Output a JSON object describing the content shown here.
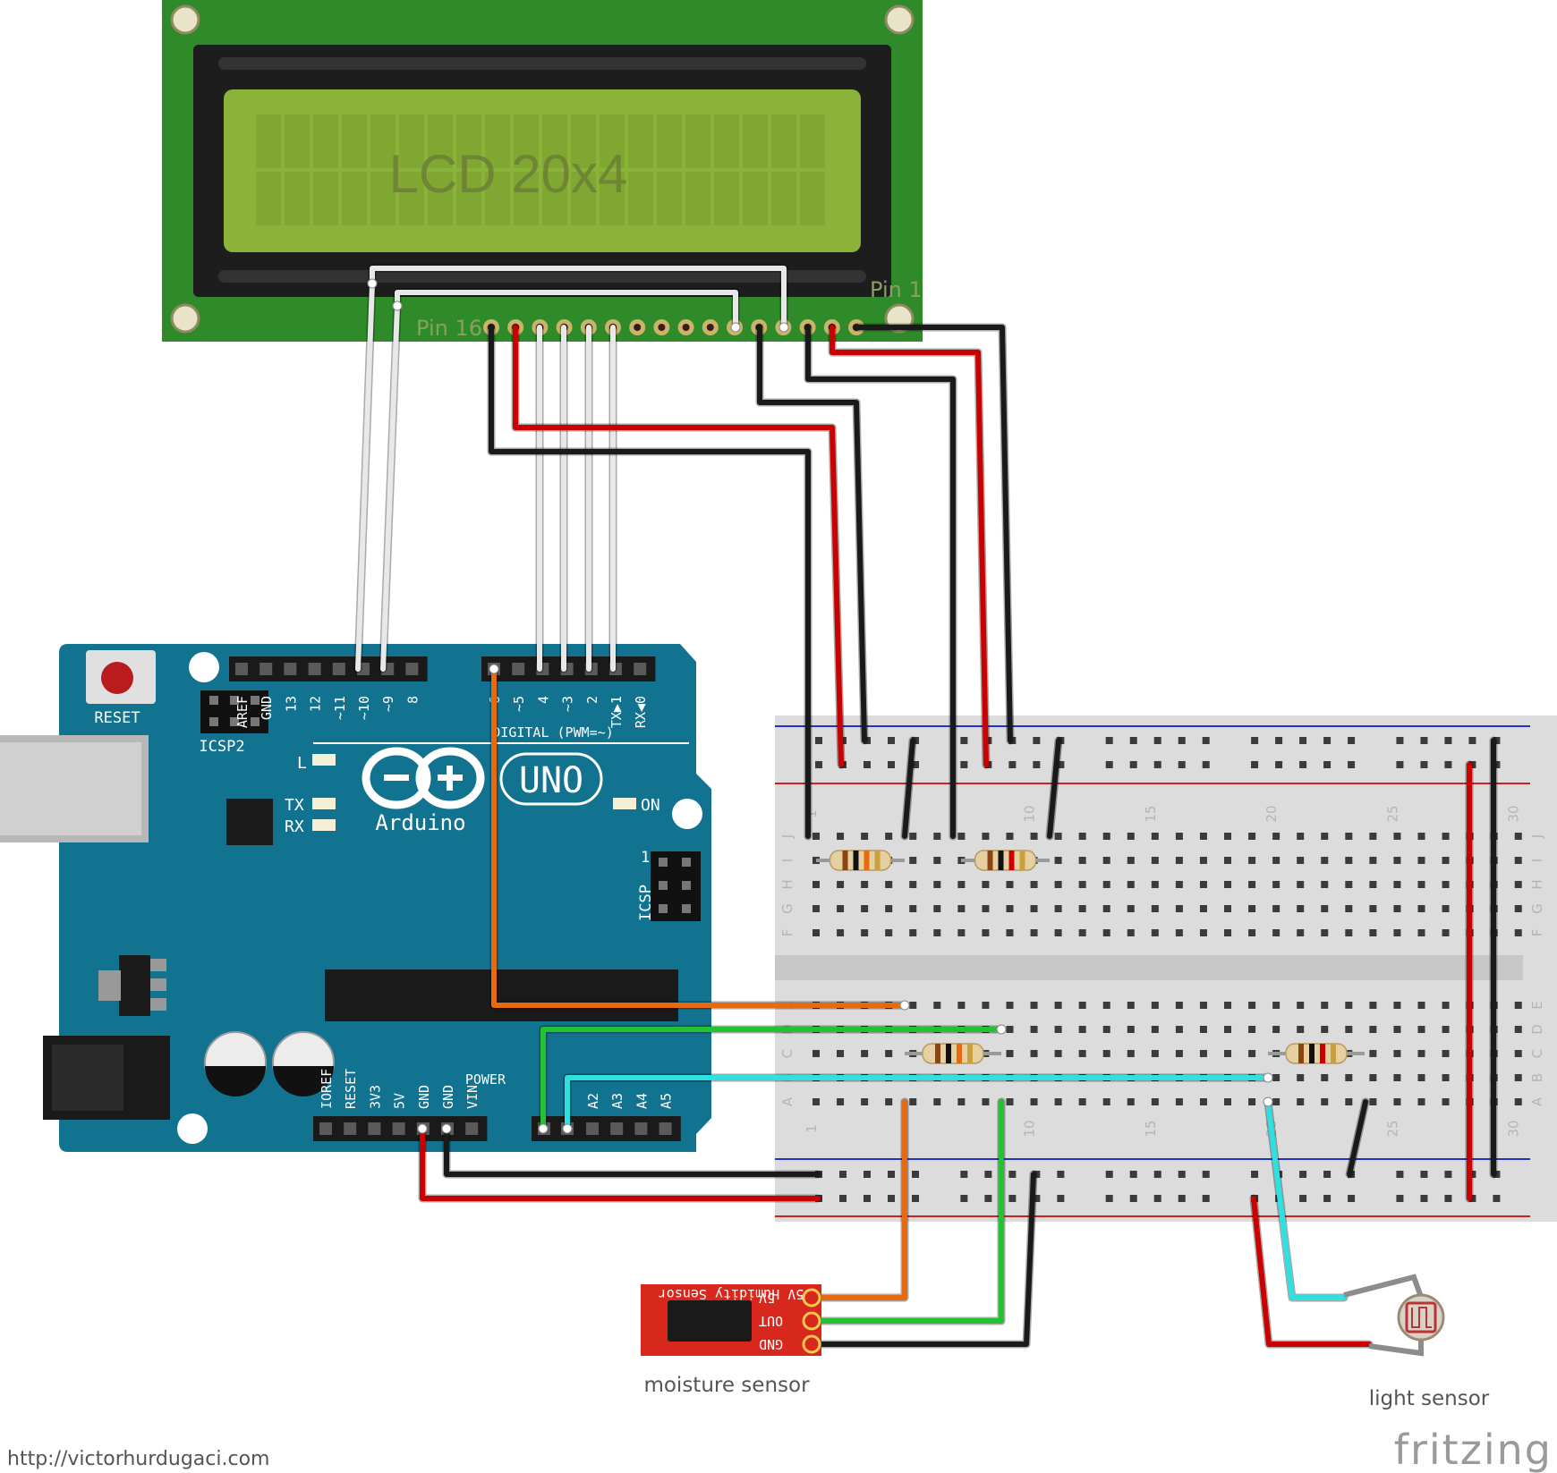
{
  "lcd": {
    "title": "LCD 20x4",
    "pin_left": "Pin 16",
    "pin_right": "Pin 1"
  },
  "arduino": {
    "reset": "RESET",
    "icsp2": "ICSP2",
    "icsp": "ICSP",
    "icsp_pin": "1",
    "brand": "Arduino",
    "model": "UNO",
    "led_l": "L",
    "led_tx": "TX",
    "led_rx": "RX",
    "led_on": "ON",
    "digital_label": "DIGITAL (PWM=~)",
    "power_label": "POWER",
    "header_top_left": [
      "AREF",
      "GND",
      "13",
      "12",
      "~11",
      "~10",
      "~9",
      "8"
    ],
    "header_top_right": [
      "~6",
      "~5",
      "4",
      "~3",
      "2",
      "TX▶1",
      "RX◀0"
    ],
    "header_power": [
      "IOREF",
      "RESET",
      "3V3",
      "5V",
      "GND",
      "GND",
      "VIN"
    ],
    "header_analog": [
      "A2",
      "A3",
      "A4",
      "A5"
    ]
  },
  "breadboard": {
    "row_labels_top": [
      "J",
      "I",
      "H",
      "G",
      "F"
    ],
    "row_labels_bottom": [
      "E",
      "D",
      "C",
      "B",
      "A"
    ],
    "column_numbers": [
      "1",
      "10",
      "15",
      "20",
      "25",
      "30"
    ]
  },
  "moisture_sensor": {
    "board_title": "5V Humidity Sensor",
    "pins": [
      "5V",
      "OUT",
      "GND"
    ],
    "caption": "moisture sensor"
  },
  "light_sensor": {
    "caption": "light sensor"
  },
  "footer": {
    "url": "http://victorhurdugaci.com",
    "brand": "fritzing"
  },
  "colors": {
    "lcd_pcb": "#2f8a2a",
    "lcd_screen": "#8bb33a",
    "arduino_board": "#11738f",
    "breadboard": "#dcdcdc",
    "wire_red": "#cc0000",
    "wire_black": "#1a1a1a",
    "wire_white": "#e8e8e8",
    "wire_orange": "#e86a10",
    "wire_green": "#22c233",
    "wire_cyan": "#2ee0e0",
    "sensor_board": "#d8281e"
  }
}
